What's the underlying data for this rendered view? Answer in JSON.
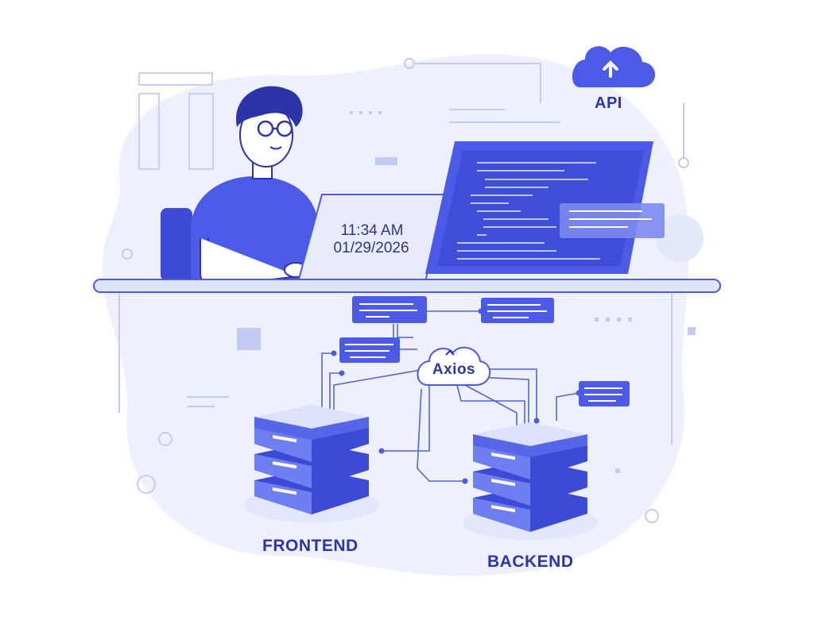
{
  "laptop_clock": {
    "time": "11:34 AM",
    "date": "01/29/2026"
  },
  "labels": {
    "api": "API",
    "axios": "Axios",
    "frontend": "FRONTEND",
    "backend": "BACKEND"
  },
  "icons": [
    "person-icon",
    "chair-icon",
    "laptop-icon",
    "monitor-icon",
    "cloud-upload-icon",
    "server-stack-icon",
    "axios-cloud-icon"
  ],
  "colors": {
    "primary": "#4b5be8",
    "dark": "#2b35a8",
    "light": "#e9edfd",
    "mid": "#8794ec",
    "line": "#5563d8",
    "skin": "#ffffff"
  }
}
